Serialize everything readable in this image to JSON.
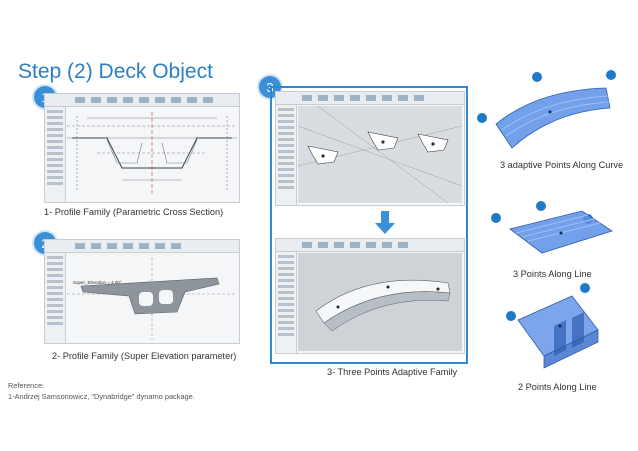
{
  "title": "Step (2) Deck Object",
  "steps": [
    {
      "badge": "1",
      "caption": "1- Profile Family (Parametric Cross Section)"
    },
    {
      "badge": "2",
      "caption": "2- Profile Family (Super Elevation parameter)",
      "annotation": "Super_Elevation = 4.00°"
    },
    {
      "badge": "3",
      "caption": "3- Three Points Adaptive Family"
    }
  ],
  "examples": [
    {
      "caption": "3 adaptive Points Along Curve"
    },
    {
      "caption": "3 Points Along Line"
    },
    {
      "caption": "2 Points Along Line"
    }
  ],
  "reference": {
    "heading": "Reference:",
    "line": "1-Andrzej Samsonowicz, \"Dynabridge\" dynamo package."
  },
  "colors": {
    "accent": "#2b7fc4",
    "badge": "#3b8fd6",
    "highlight_border": "#2f86d1",
    "deck_blue": "#5b8fe6"
  }
}
